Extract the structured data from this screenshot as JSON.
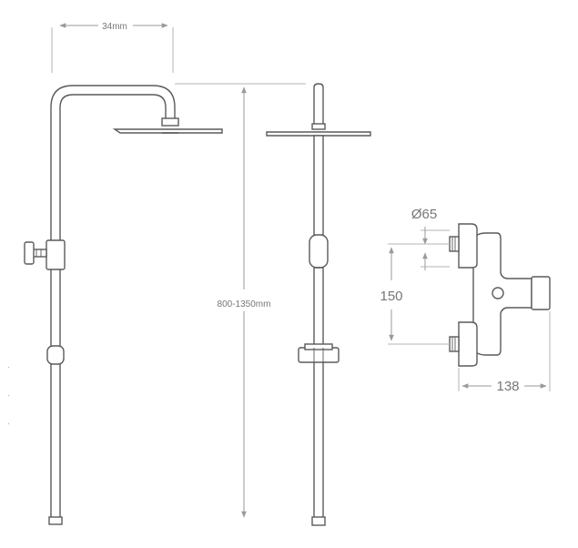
{
  "dimensions": {
    "arm_width": "34mm",
    "height_range": "800-1350mm",
    "diameter": "Ø65",
    "inlet_spacing": "150",
    "depth": "138"
  },
  "colors": {
    "line": "#5a5a5a",
    "dimension": "#9a9a9a",
    "text": "#777777",
    "background": "#ffffff"
  }
}
